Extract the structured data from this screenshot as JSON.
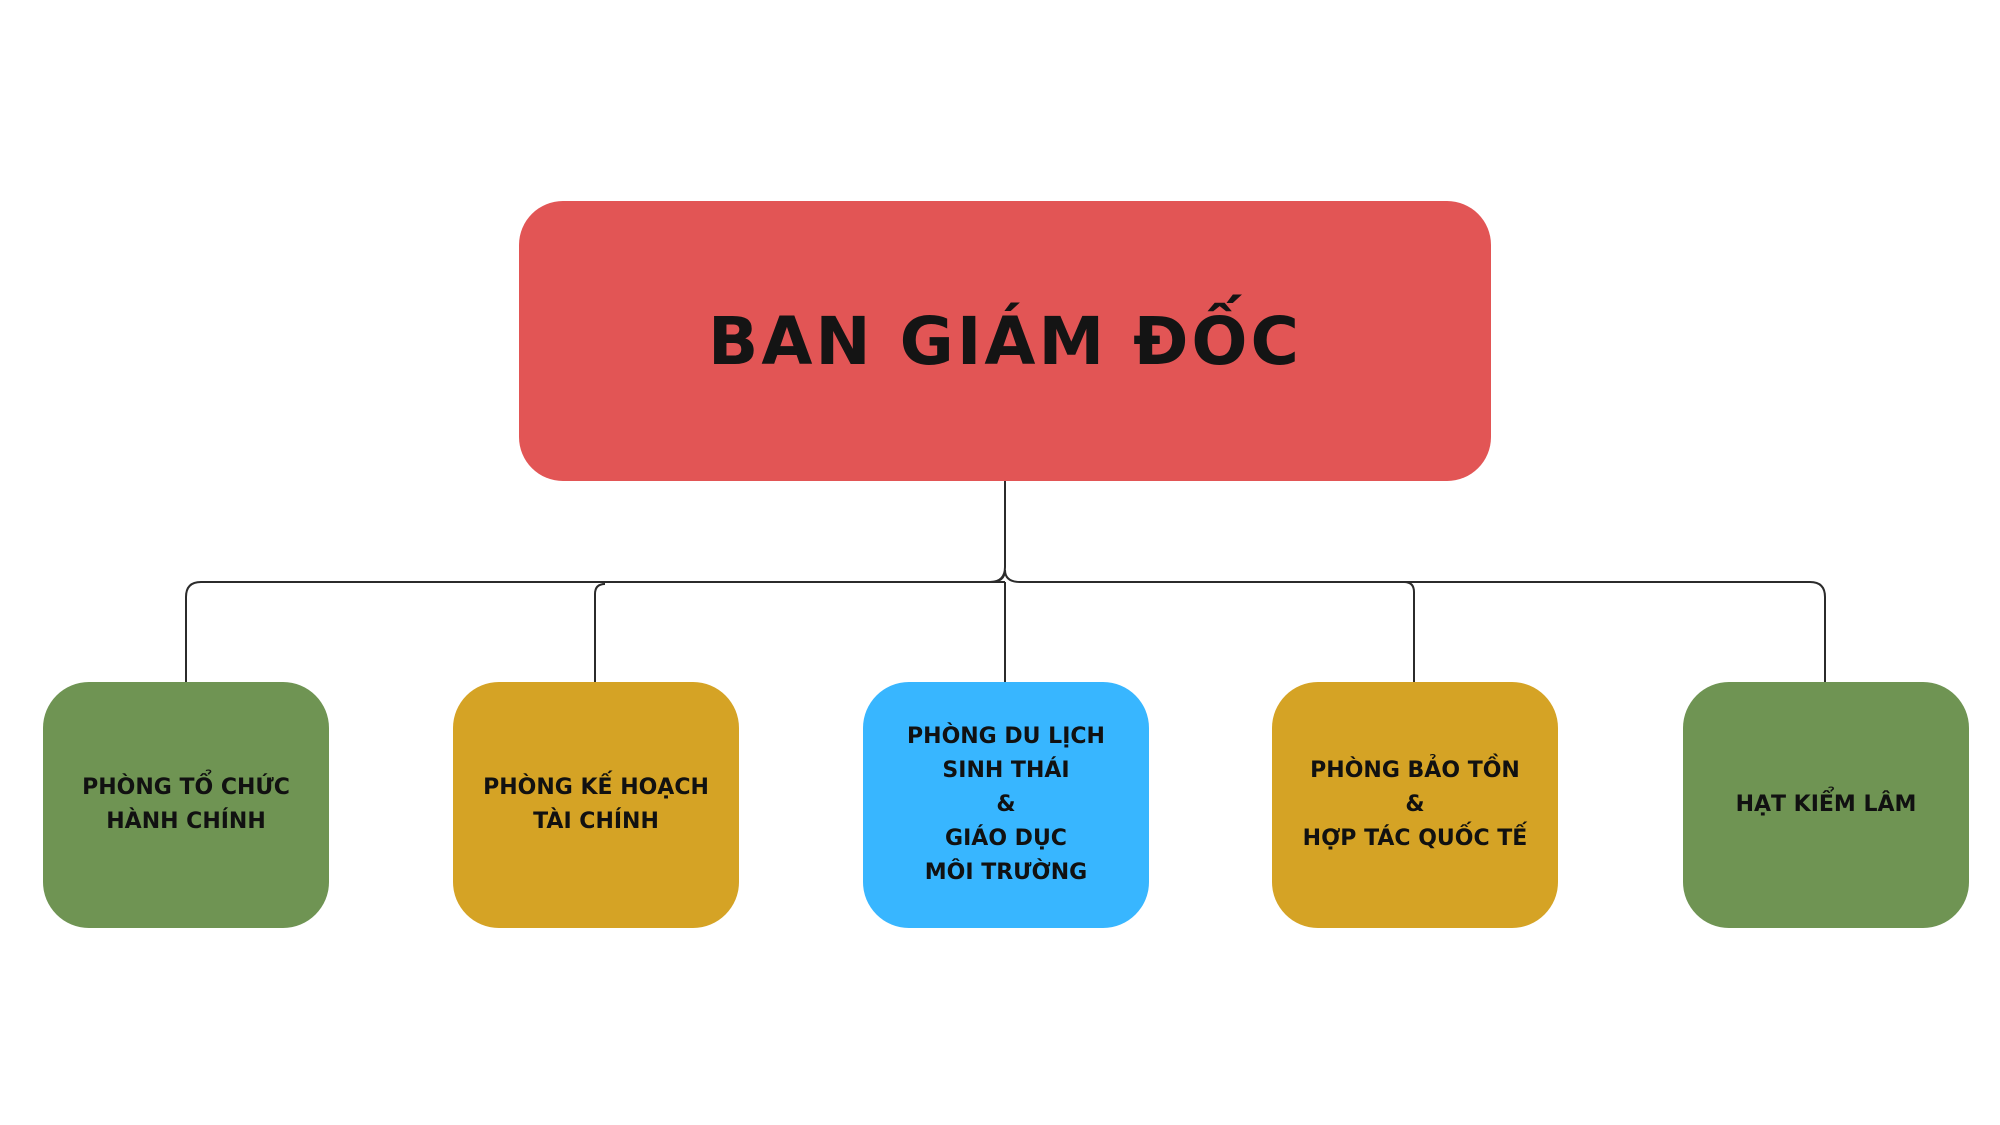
{
  "colors": {
    "top": "#e25555",
    "green": "#6f9453",
    "gold": "#d5a325",
    "blue": "#38b6ff",
    "line": "#2b2b2b"
  },
  "top": {
    "title": "BAN GIÁM ĐỐC"
  },
  "departments": [
    {
      "lines": [
        "PHÒNG TỔ CHỨC",
        "HÀNH CHÍNH"
      ],
      "color": "green"
    },
    {
      "lines": [
        "PHÒNG KẾ HOẠCH",
        "TÀI CHÍNH"
      ],
      "color": "gold"
    },
    {
      "lines": [
        "PHÒNG DU LỊCH",
        "SINH THÁI",
        "&",
        "GIÁO DỤC",
        "MÔI TRƯỜNG"
      ],
      "color": "blue"
    },
    {
      "lines": [
        "PHÒNG BẢO TỒN",
        "&",
        "HỢP TÁC QUỐC TẾ"
      ],
      "color": "gold"
    },
    {
      "lines": [
        "HẠT KIỂM LÂM"
      ],
      "color": "green"
    }
  ]
}
